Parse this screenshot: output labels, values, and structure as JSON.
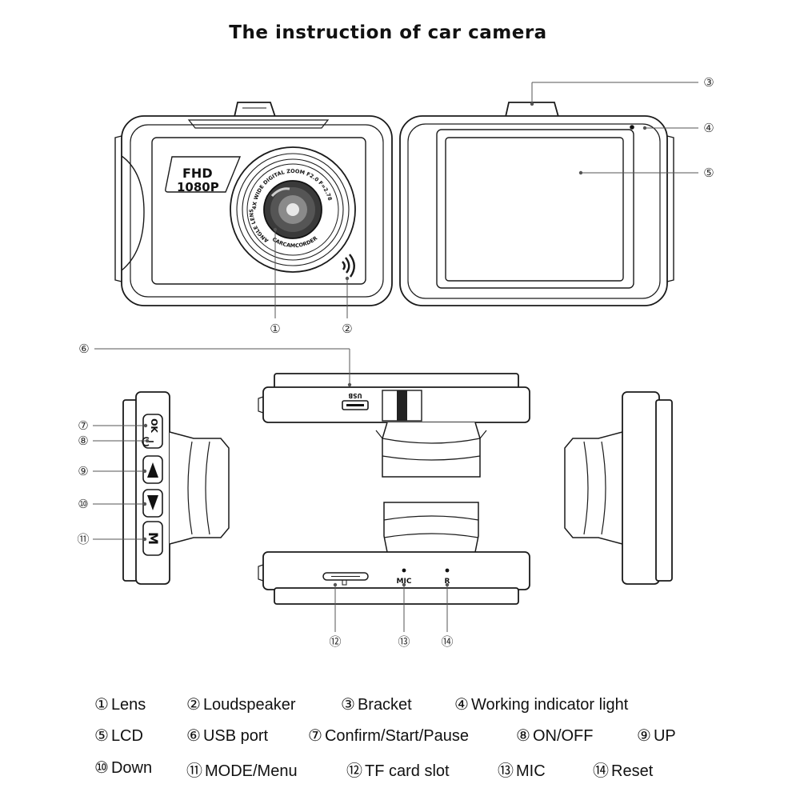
{
  "title": "The instruction of car camera",
  "badge": {
    "line1": "FHD",
    "line2": "1080P"
  },
  "lens_ring": {
    "text_top": "4X WIDE DIGITAL ZOOM F2.0 F=2.78",
    "text_left": "ANGLE LENS",
    "text_bottom": "CARCAMCORDER"
  },
  "port_labels": {
    "usb": "USB",
    "mic": "MIC",
    "reset": "R"
  },
  "buttons": {
    "ok": "OK",
    "mode": "M"
  },
  "callouts": [
    "①",
    "②",
    "③",
    "④",
    "⑤",
    "⑥",
    "⑦",
    "⑧",
    "⑨",
    "⑩",
    "⑪",
    "⑫",
    "⑬",
    "⑭"
  ],
  "legend": [
    {
      "num": "①",
      "label": "Lens"
    },
    {
      "num": "②",
      "label": "Loudspeaker"
    },
    {
      "num": "③",
      "label": "Bracket"
    },
    {
      "num": "④",
      "label": "Working indicator light"
    },
    {
      "num": "⑤",
      "label": "LCD"
    },
    {
      "num": "⑥",
      "label": "USB port"
    },
    {
      "num": "⑦",
      "label": "Confirm/Start/Pause"
    },
    {
      "num": "⑧",
      "label": "ON/OFF"
    },
    {
      "num": "⑨",
      "label": "UP"
    },
    {
      "num": "⑩",
      "label": "Down"
    },
    {
      "num": "⑪",
      "label": "MODE/Menu"
    },
    {
      "num": "⑫",
      "label": "TF card slot"
    },
    {
      "num": "⑬",
      "label": "MIC"
    },
    {
      "num": "⑭",
      "label": "Reset"
    }
  ],
  "colors": {
    "line": "#1a1a1a",
    "leader": "#555555",
    "paper": "#ffffff"
  }
}
